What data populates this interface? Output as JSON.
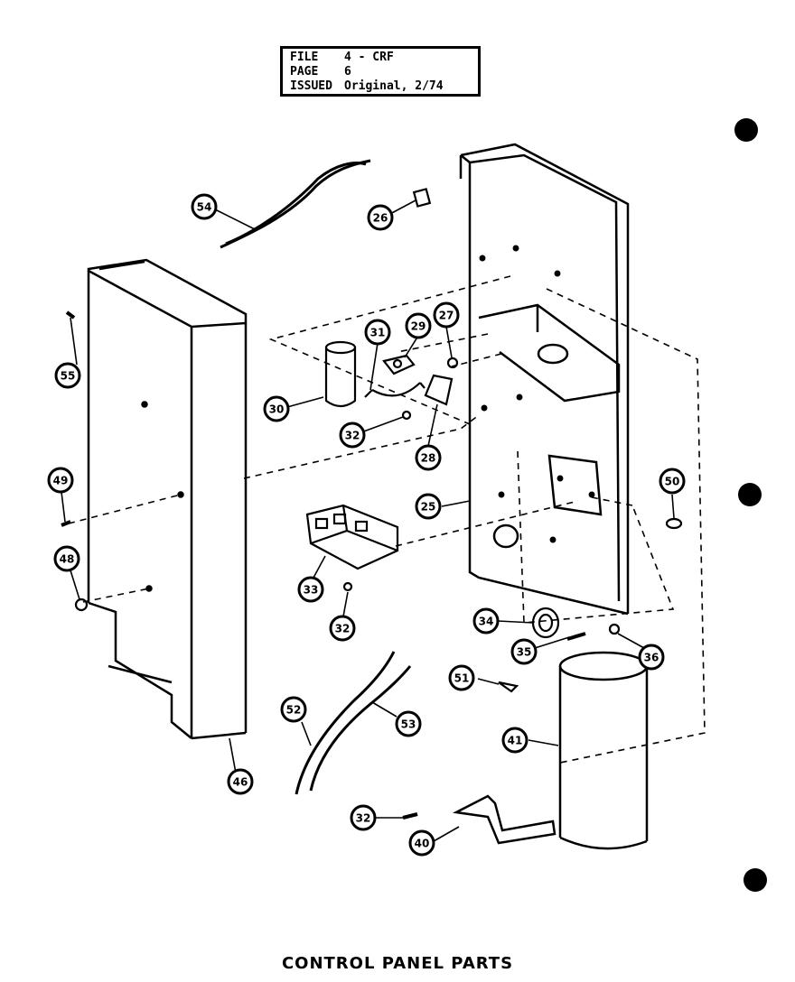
{
  "info": {
    "file_label": "FILE",
    "file_value": "4 - CRF",
    "page_label": "PAGE",
    "page_value": "6",
    "issued_label": "ISSUED",
    "issued_value": "Original, 2/74"
  },
  "title": "CONTROL PANEL PARTS",
  "callouts": {
    "c25": "25",
    "c26": "26",
    "c27": "27",
    "c28": "28",
    "c29": "29",
    "c30": "30",
    "c31": "31",
    "c32a": "32",
    "c32b": "32",
    "c32c": "32",
    "c33": "33",
    "c34": "34",
    "c35": "35",
    "c36": "36",
    "c40": "40",
    "c41": "41",
    "c46": "46",
    "c48": "48",
    "c49": "49",
    "c50": "50",
    "c51": "51",
    "c52": "52",
    "c53": "53",
    "c54": "54",
    "c55": "55"
  }
}
